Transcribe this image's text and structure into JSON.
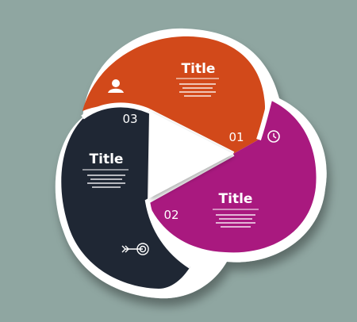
{
  "colors": {
    "background": "#8fa6a1",
    "segment_1": "#d2491a",
    "segment_2": "#a9197f",
    "segment_3": "#1f2734",
    "frame": "#ffffff",
    "center_triangle": "#ffffff"
  },
  "segments": [
    {
      "number": "01",
      "title": "Title",
      "icon": "clock-icon"
    },
    {
      "number": "02",
      "title": "Title",
      "icon": ""
    },
    {
      "number": "03",
      "title": "Title",
      "icon": "target-arrow-icon"
    }
  ],
  "top_icon": "person-icon"
}
